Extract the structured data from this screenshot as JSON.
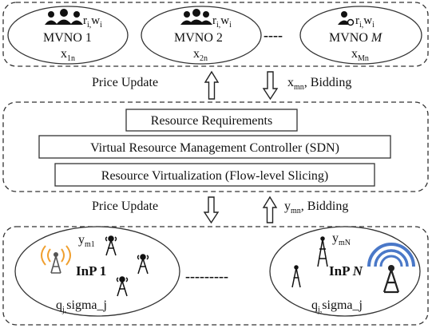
{
  "top_tier": {
    "mvnos": [
      {
        "label_main": "MVNO",
        "label_id": "1",
        "param_r": "r",
        "param_r_sub": "i",
        "param_sep": ",",
        "param_w": "w",
        "param_w_sub": "i",
        "var_main": "x",
        "var_sub": "1n"
      },
      {
        "label_main": "MVNO",
        "label_id": "2",
        "param_r": "r",
        "param_r_sub": "i",
        "param_sep": ",",
        "param_w": "w",
        "param_w_sub": "i",
        "var_main": "x",
        "var_sub": "2n"
      },
      {
        "label_main": "MVNO",
        "label_id": "M",
        "param_r": "r",
        "param_r_sub": "i",
        "param_sep": ",",
        "param_w": "w",
        "param_w_sub": "i",
        "var_main": "x",
        "var_sub": "Mn"
      }
    ],
    "ellipsis": "----"
  },
  "upper_flow": {
    "left_label": "Price Update",
    "right_label_var": "x",
    "right_label_sub": "mn",
    "right_label_rest": ", Bidding"
  },
  "middle_tier": {
    "boxes": [
      "Resource Requirements",
      "Virtual Resource Management Controller (SDN)",
      "Resource Virtualization (Flow-level Slicing)"
    ]
  },
  "lower_flow": {
    "left_label": "Price Update",
    "right_label_var": "y",
    "right_label_sub": "mn",
    "right_label_rest": ", Bidding"
  },
  "bottom_tier": {
    "inps": [
      {
        "label_main": "InP",
        "label_id": "1",
        "var_main": "y",
        "var_sub": "m1",
        "param_main": "q",
        "param_sub": "j",
        "param_rest": "sigma_j"
      },
      {
        "label_main": "InP",
        "label_id": "N",
        "var_main": "y",
        "var_sub": "mN",
        "param_main": "q",
        "param_sub": "j",
        "param_rest": "sigma_j"
      }
    ],
    "ellipsis": "---------"
  },
  "colors": {
    "stroke": "#333333",
    "text": "#111111",
    "signal_orange": "#f0a030",
    "signal_blue": "#4a78c8"
  }
}
